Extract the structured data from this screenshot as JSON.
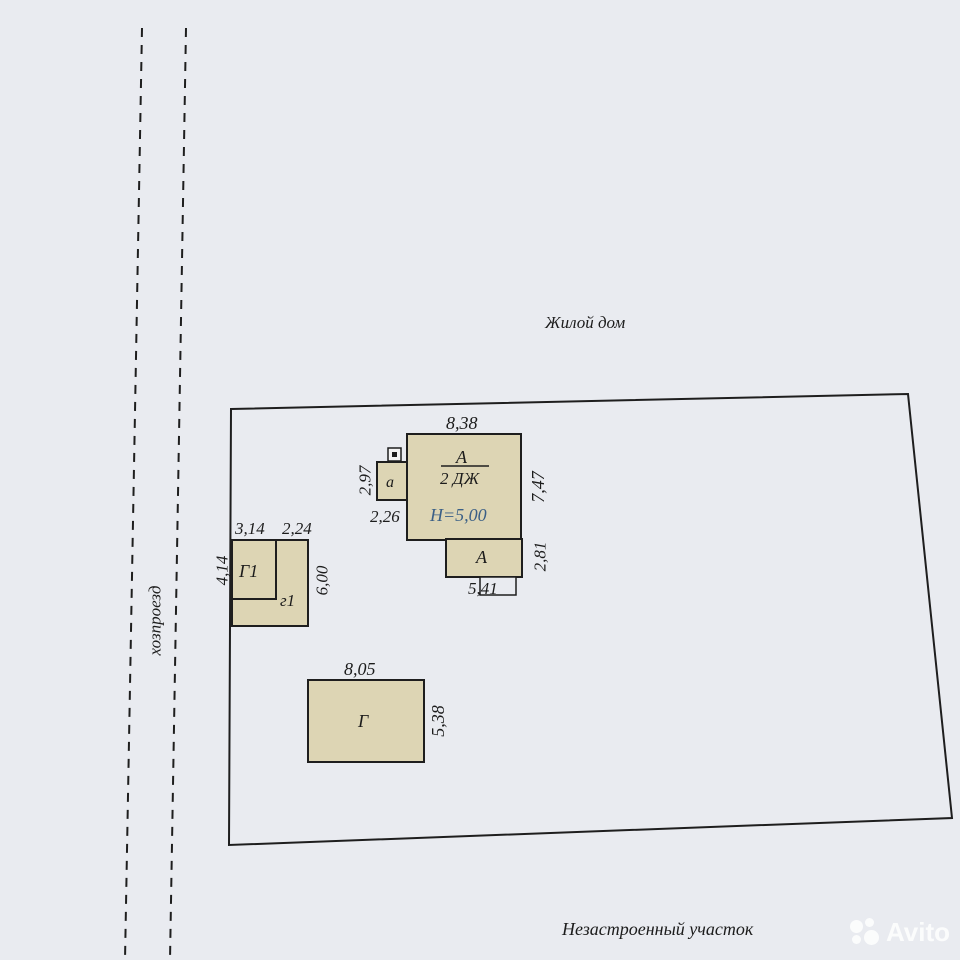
{
  "labels": {
    "neighbor_top": "Жилой дом",
    "neighbor_bottom": "Незастроенный участок",
    "road": "хозпроезд"
  },
  "buildings": {
    "house": {
      "letter": "А",
      "code": "2 ДЖ",
      "height": "H=5,00",
      "width": "8,38",
      "depth": "7,47"
    },
    "annex": {
      "letter": "А",
      "height_dim": "2,81",
      "width_dim": "5,41"
    },
    "porch": {
      "letter": "а",
      "height_dim": "2,97",
      "width_dim": "2,26"
    },
    "garage_small": {
      "letter": "Г1",
      "width_dim": "3,14",
      "height_dim": "4,14"
    },
    "shed": {
      "letter": "г1",
      "width_dim": "2,24",
      "height_dim": "6,00"
    },
    "garage": {
      "letter": "Г",
      "width_dim": "8,05",
      "height_dim": "5,38"
    }
  },
  "colors": {
    "fill": "#ddd5b4",
    "stroke": "#1e1e1e",
    "background": "#e9ebf0",
    "height_text": "#3a5f86"
  },
  "watermark": "Avito"
}
